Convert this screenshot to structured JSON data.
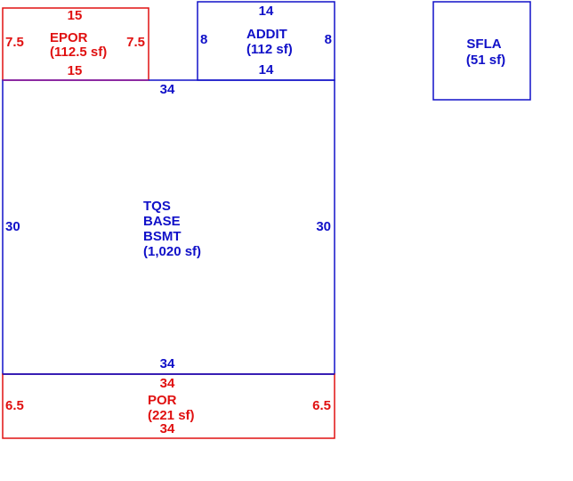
{
  "colors": {
    "blue": "#1010c8",
    "red": "#e01010"
  },
  "sections": {
    "epor": {
      "name": "EPOR",
      "area": "(112.5 sf)",
      "top": "15",
      "bottom": "15",
      "left": "7.5",
      "right": "7.5"
    },
    "addit": {
      "name": "ADDIT",
      "area": "(112 sf)",
      "top": "14",
      "bottom": "14",
      "left": "8",
      "right": "8"
    },
    "sfla": {
      "name": "SFLA",
      "area": "(51 sf)"
    },
    "base": {
      "line1": "TQS",
      "line2": "BASE",
      "line3": "BSMT",
      "area": "(1,020 sf)",
      "top": "34",
      "bottom": "34",
      "left": "30",
      "right": "30"
    },
    "por": {
      "name": "POR",
      "area": "(221 sf)",
      "top": "34",
      "bottom": "34",
      "left": "6.5",
      "right": "6.5"
    }
  }
}
